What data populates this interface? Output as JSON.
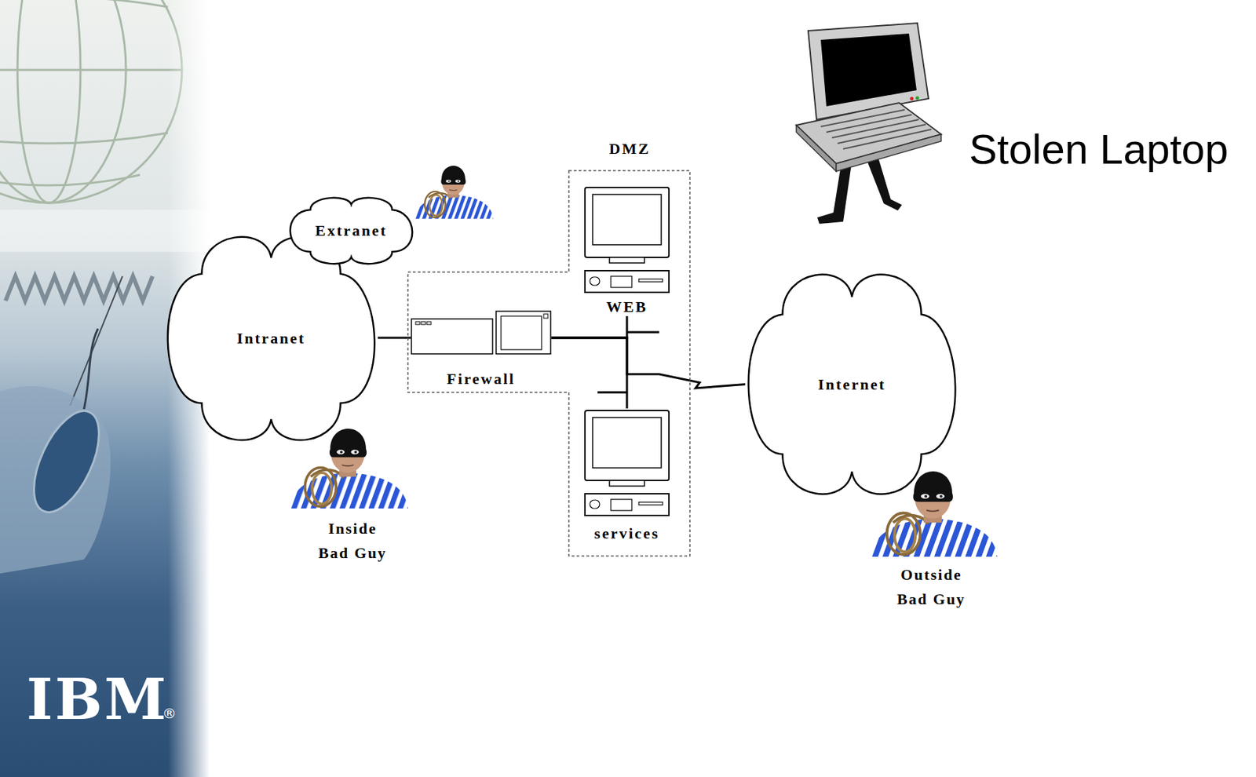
{
  "diagram": {
    "nodes": [
      {
        "text": [
          "Extranet"
        ]
      },
      {
        "text": [
          "Intranet"
        ]
      },
      {
        "text": [
          "DMZ"
        ]
      },
      {
        "text": [
          "Firewall"
        ],
        "in": 2
      },
      {
        "text": [
          "WEB"
        ],
        "in": 2
      },
      {
        "text": [
          "services"
        ],
        "in": 2
      },
      {
        "text": [
          "Internet"
        ]
      }
    ],
    "edges": [
      {
        "from": 1,
        "to": 3,
        "arrow": "none"
      },
      {
        "from": 3,
        "to": 4,
        "arrow": "none"
      },
      {
        "from": 3,
        "to": 5,
        "arrow": "none"
      },
      {
        "from": 3,
        "to": 6,
        "arrow": "none"
      }
    ],
    "labels": [
      "Inside Bad Guy",
      "Outside Bad Guy",
      "Stolen Laptop",
      "IBM",
      "®"
    ]
  }
}
